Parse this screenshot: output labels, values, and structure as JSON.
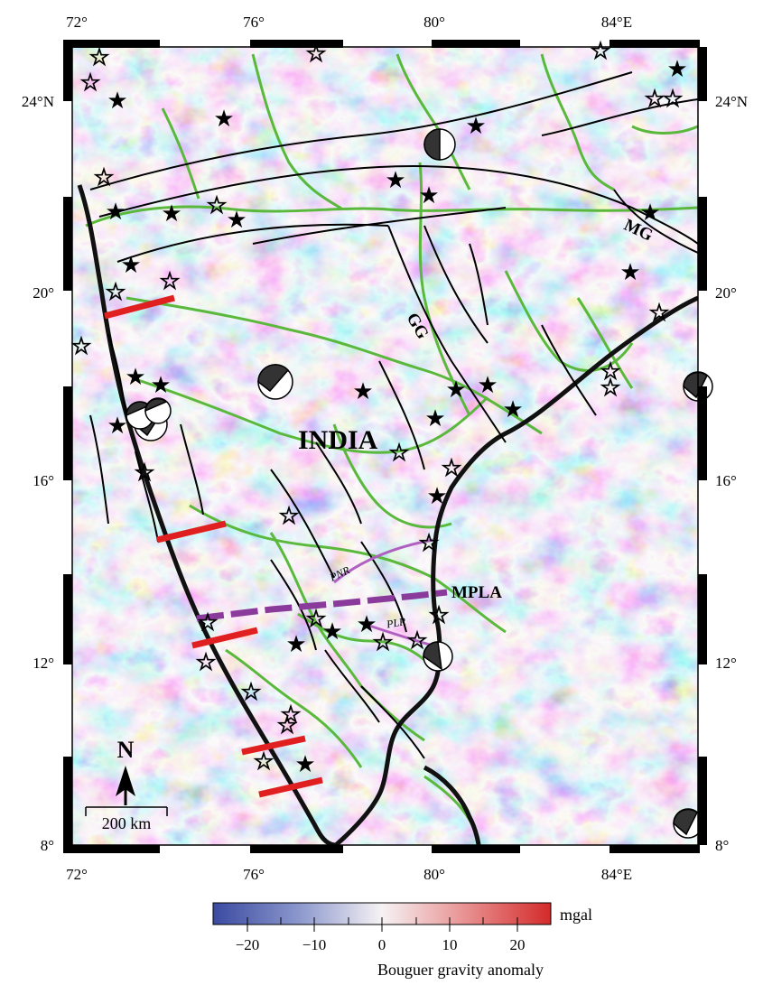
{
  "map": {
    "lon_ticks": [
      "72°",
      "76°",
      "80°",
      "84°E"
    ],
    "lat_ticks": [
      "24°N",
      "20°",
      "16°",
      "12°",
      "8°"
    ],
    "lon_ticks_right": [
      "24°N",
      "20°",
      "16°",
      "12°",
      "8°"
    ],
    "labels": {
      "country": "INDIA",
      "mplа": "MPLA",
      "gg": "GG",
      "mg": "MG",
      "pnr": "PNR",
      "plr": "PLR"
    },
    "north_arrow": "N",
    "scale_bar": "200 km"
  },
  "legend": {
    "unit": "mgal",
    "ticks": [
      "−20",
      "−10",
      "0",
      "10",
      "20"
    ],
    "title": "Bouguer gravity anomaly"
  },
  "colors": {
    "negative": "#4a5aa8",
    "neutral": "#f4f4f8",
    "positive": "#d84a4a",
    "river": "#5ab83c",
    "fault": "#000000",
    "profile_red": "#e02020",
    "profile_purple": "#8a3a9a"
  }
}
